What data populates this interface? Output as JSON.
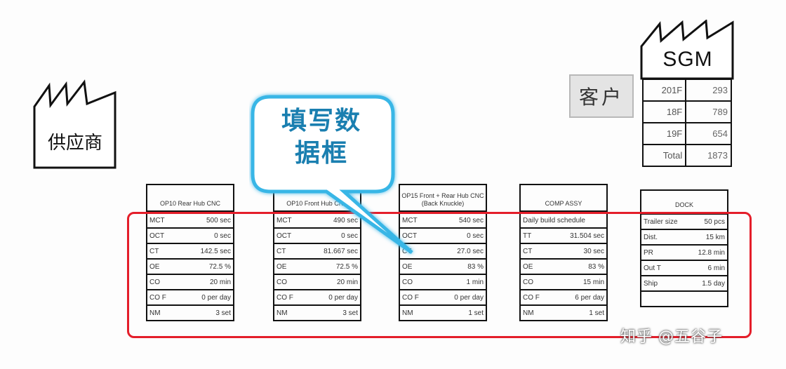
{
  "supplier": {
    "label": "供应商"
  },
  "customer": {
    "label": "客户"
  },
  "sgm": {
    "name": "SGM",
    "rows": [
      {
        "label": "201F",
        "value": "293"
      },
      {
        "label": "18F",
        "value": "789"
      },
      {
        "label": "19F",
        "value": "654"
      },
      {
        "label": "Total",
        "value": "1873"
      }
    ]
  },
  "callout": {
    "line1": "填写数",
    "line2": "据框"
  },
  "processes": [
    {
      "title": "OP10 Rear Hub CNC",
      "rows": [
        {
          "k": "MCT",
          "v": "500 sec"
        },
        {
          "k": "OCT",
          "v": "0 sec"
        },
        {
          "k": "CT",
          "v": "142.5 sec"
        },
        {
          "k": "OE",
          "v": "72.5 %"
        },
        {
          "k": "CO",
          "v": "20 min"
        },
        {
          "k": "CO F",
          "v": "0 per day"
        },
        {
          "k": "NM",
          "v": "3 set"
        }
      ]
    },
    {
      "title": "OP10 Front Hub CNC",
      "rows": [
        {
          "k": "MCT",
          "v": "490 sec"
        },
        {
          "k": "OCT",
          "v": "0 sec"
        },
        {
          "k": "CT",
          "v": "81.667 sec"
        },
        {
          "k": "OE",
          "v": "72.5 %"
        },
        {
          "k": "CO",
          "v": "20 min"
        },
        {
          "k": "CO F",
          "v": "0 per day"
        },
        {
          "k": "NM",
          "v": "3 set"
        }
      ]
    },
    {
      "title": "OP15 Front + Rear Hub CNC (Back Knuckle)",
      "rows": [
        {
          "k": "MCT",
          "v": "540 sec"
        },
        {
          "k": "OCT",
          "v": "0 sec"
        },
        {
          "k": "CT",
          "v": "27.0 sec"
        },
        {
          "k": "OE",
          "v": "83 %"
        },
        {
          "k": "CO",
          "v": "1 min"
        },
        {
          "k": "CO F",
          "v": "0 per day"
        },
        {
          "k": "NM",
          "v": "1 set"
        }
      ]
    },
    {
      "title": "COMP ASSY",
      "rows": [
        {
          "k": "Daily build schedule",
          "v": ""
        },
        {
          "k": "TT",
          "v": "31.504 sec"
        },
        {
          "k": "CT",
          "v": "30 sec"
        },
        {
          "k": "OE",
          "v": "83 %"
        },
        {
          "k": "CO",
          "v": "15 min"
        },
        {
          "k": "CO F",
          "v": "6 per day"
        },
        {
          "k": "NM",
          "v": "1 set"
        }
      ]
    },
    {
      "title": "DOCK",
      "rows": [
        {
          "k": "Trailer size",
          "v": "50 pcs"
        },
        {
          "k": "Dist.",
          "v": "15 km"
        },
        {
          "k": "PR",
          "v": "12.8 min"
        },
        {
          "k": "Out T",
          "v": "6 min"
        },
        {
          "k": "Ship",
          "v": "1.5 day"
        },
        {
          "k": "",
          "v": ""
        },
        {
          "k": "",
          "v": ""
        }
      ]
    }
  ],
  "watermark": {
    "text": "知乎 @五谷子"
  },
  "colors": {
    "highlight": "#e41e2a",
    "callout_border": "#38b6e6",
    "callout_text": "#1a7fb0"
  }
}
